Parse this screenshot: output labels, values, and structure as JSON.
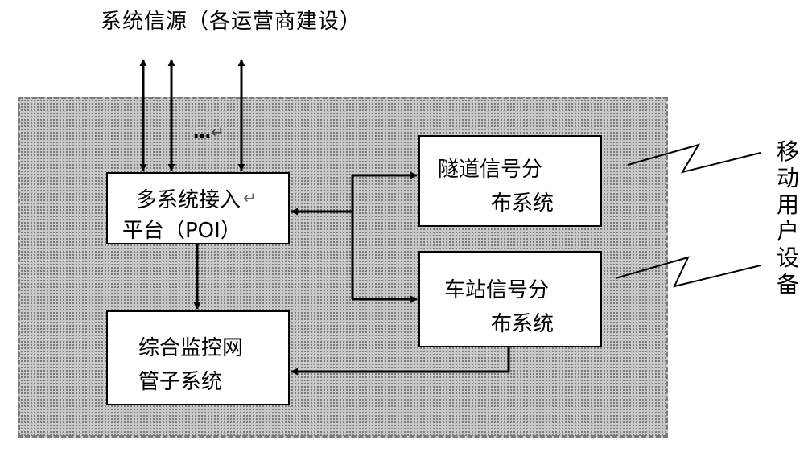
{
  "title": "系统信源（各运营商建设）",
  "ellipsis": "…",
  "poi": {
    "line1": "多系统接入",
    "line2": "平台（POI）"
  },
  "tunnel": {
    "line1": "隧道信号分",
    "line2": "布系统"
  },
  "station": {
    "line1": "车站信号分",
    "line2": "布系统"
  },
  "monitor": {
    "line1": "综合监控网",
    "line2": "管子系统"
  },
  "mobile_user": [
    "移",
    "动",
    "用",
    "户",
    "设",
    "备"
  ]
}
